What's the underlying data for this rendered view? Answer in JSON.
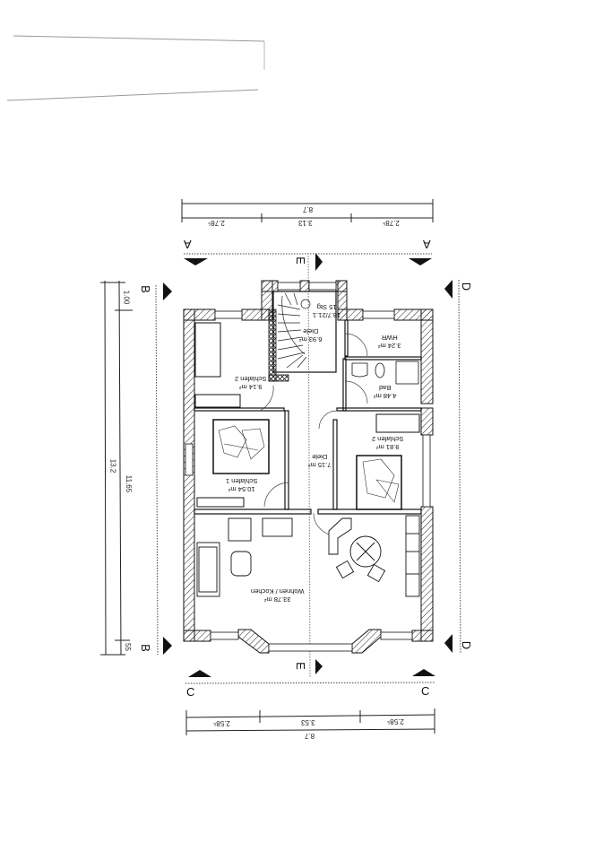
{
  "plan": {
    "orientation": "rotated 180°",
    "rooms": [
      {
        "name": "Wohnen / Kochen",
        "area": "33.78 m²"
      },
      {
        "name": "Schlafen 1",
        "area": "10.54 m²"
      },
      {
        "name": "Schlafen 2",
        "area": "9.14 m²"
      },
      {
        "name": "Schlafen 2",
        "area": "9.81 m²"
      },
      {
        "name": "Diele",
        "area": "7.15 m²"
      },
      {
        "name": "Diele",
        "area": "6.93 m²"
      },
      {
        "name": "HWR",
        "area": "3.24 m²"
      },
      {
        "name": "Bad",
        "area": "4.48 m²"
      }
    ],
    "stairs": {
      "label": "15 Stg",
      "rise_run": "18.7/21.1"
    },
    "sections": {
      "a": "A",
      "b": "B",
      "c": "C",
      "d": "D",
      "e": "E"
    },
    "dimensions": {
      "top_total": "8.7",
      "top_parts": [
        "2.78⁵",
        "3.13",
        "2.78⁵"
      ],
      "bottom_total": "8.7",
      "bottom_parts": [
        "2.58⁵",
        "3.53",
        "2.58⁵"
      ],
      "left_total": "13.2",
      "left_inner": "11.65",
      "left_top": "1.00",
      "left_bottom": "55"
    }
  }
}
